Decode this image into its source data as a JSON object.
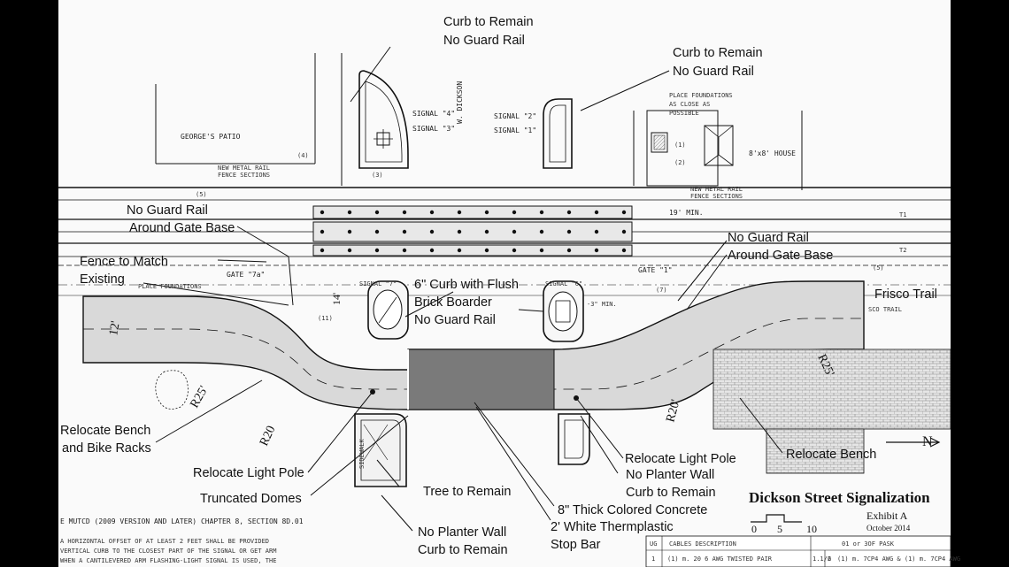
{
  "title_block": {
    "title": "Dickson Street Signalization",
    "exhibit": "Exhibit A",
    "date": "October 2014",
    "scale_ticks": [
      "0",
      "5",
      "10"
    ]
  },
  "cable_table": {
    "headers": [
      "UG",
      "CABLES DESCRIPTION",
      "01 or 3OF PASK"
    ],
    "row1": [
      "1",
      "(1) m. 20 6 AWG TWISTED PAIR",
      "1.1/2",
      "6",
      "(1) m. 7CP4 AWG & (1) m. 7CP4 AWG"
    ]
  },
  "annotations": {
    "curb_remain_top_1": "Curb to Remain",
    "no_guard_rail_top_1": "No Guard Rail",
    "curb_remain_top_2": "Curb to Remain",
    "no_guard_rail_top_2": "No Guard Rail",
    "no_guard_rail_left": "No Guard Rail",
    "around_gate_base_left": "Around Gate Base",
    "fence_to_match": "Fence to Match",
    "existing": "Existing",
    "curb_flush_1": "6\" Curb with Flush",
    "curb_flush_2": "Brick Boarder",
    "curb_flush_3": "No Guard Rail",
    "no_guard_rail_right": "No Guard Rail",
    "around_gate_base_right": "Around Gate Base",
    "frisco_trail": "Frisco Trail",
    "relocate_bench_racks_1": "Relocate Bench",
    "relocate_bench_racks_2": "and Bike Racks",
    "relocate_light_pole_left": "Relocate Light Pole",
    "truncated_domes": "Truncated Domes",
    "tree_to_remain": "Tree to Remain",
    "relocate_light_pole_right": "Relocate Light Pole",
    "no_planter_wall_right_1": "No Planter Wall",
    "no_planter_wall_right_2": "Curb to Remain",
    "relocate_bench_right": "Relocate Bench",
    "colored_concrete": "8\" Thick Colored Concrete",
    "thermoplastic_1": "2' White Thermplastic",
    "thermoplastic_2": "Stop Bar",
    "no_planter_wall_bottom_1": "No Planter Wall",
    "no_planter_wall_bottom_2": "Curb to Remain"
  },
  "plan_labels": {
    "georges_patio": "GEORGE'S PATIO",
    "new_metal_rail_left_1": "NEW METAL RAIL",
    "new_metal_rail_left_2": "FENCE SECTIONS",
    "new_metal_rail_right_1": "NEW METAL RAIL",
    "new_metal_rail_right_2": "FENCE SECTIONS",
    "w_dickson": "W. DICKSON",
    "signal_4": "SIGNAL \"4\"",
    "signal_3": "SIGNAL \"3\"",
    "signal_2": "SIGNAL \"2\"",
    "signal_1": "SIGNAL \"1\"",
    "signal_7": "SIGNAL \"7\"",
    "signal_6": "SIGNAL \"6\"",
    "place_foundations_1": "PLACE FOUNDATIONS",
    "place_foundations_2": "AS CLOSE AS",
    "place_foundations_3": "POSSIBLE",
    "place_foundations_left": "PLACE FOUNDATIONS",
    "house": "8'x8' HOUSE",
    "gate_7a": "GATE \"7a\"",
    "gate_1": "GATE \"1\"",
    "sco_trail": "SCO TRAIL",
    "dim_19": "19' MIN.",
    "dim_12": "12'",
    "dim_r25_left": "R25'",
    "dim_r20_left": "R20",
    "dim_r20_right": "R20'",
    "dim_r25_right": "R25'",
    "dim_14": "14'",
    "dim_11": "(11)",
    "dim_3": "-3\" MIN.",
    "sidewalk": "SIDEWALK",
    "t1": "T1",
    "t2": "T2",
    "n_arrow": "N",
    "callout_4": "(4)",
    "callout_5": "(5)",
    "callout_5r": "(5)",
    "callout_3": "(3)",
    "callout_1": "(1)",
    "callout_2": "(2)",
    "callout_7": "(7)"
  },
  "notes": {
    "line1": "E MUTCD (2009 VERSION AND LATER) CHAPTER 8, SECTION 8D.01",
    "line2": "A HORIZONTAL OFFSET OF AT LEAST 2 FEET SHALL BE PROVIDED",
    "line3": "VERTICAL CURB TO THE CLOSEST PART OF THE SIGNAL OR GET ARM",
    "line4": "WHEN A CANTILEVERED ARM FLASHING-LIGHT SIGNAL IS USED, THE"
  }
}
